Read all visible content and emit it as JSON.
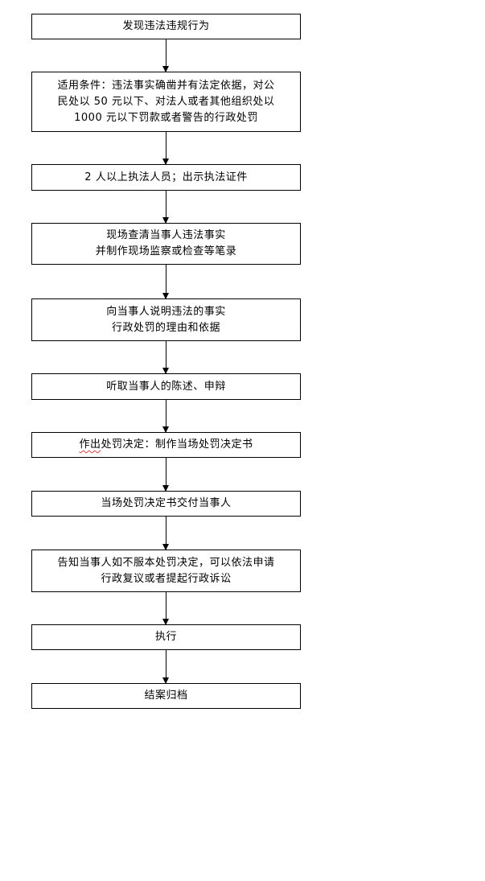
{
  "flowchart": {
    "steps": [
      {
        "lines": [
          "发现违法违规行为"
        ]
      },
      {
        "lines": [
          "适用条件：违法事实确凿并有法定依据，对公",
          "民处以 50 元以下、对法人或者其他组织处以",
          "1000 元以下罚款或者警告的行政处罚"
        ]
      },
      {
        "lines": [
          "2 人以上执法人员；出示执法证件"
        ]
      },
      {
        "lines": [
          "现场查清当事人违法事实",
          "并制作现场监察或检查等笔录"
        ]
      },
      {
        "lines": [
          "向当事人说明违法的事实",
          "行政处罚的理由和依据"
        ]
      },
      {
        "lines": [
          "听取当事人的陈述、申辩"
        ]
      },
      {
        "lines_parts": [
          "作出",
          "处罚决定：制作当场处罚决定书"
        ]
      },
      {
        "lines": [
          "当场处罚决定书交付当事人"
        ]
      },
      {
        "lines": [
          "告知当事人如不服本处罚决定，可以依法申请",
          "行政复议或者提起行政诉讼"
        ]
      },
      {
        "lines": [
          "执行"
        ]
      },
      {
        "lines": [
          "结案归档"
        ]
      }
    ]
  }
}
